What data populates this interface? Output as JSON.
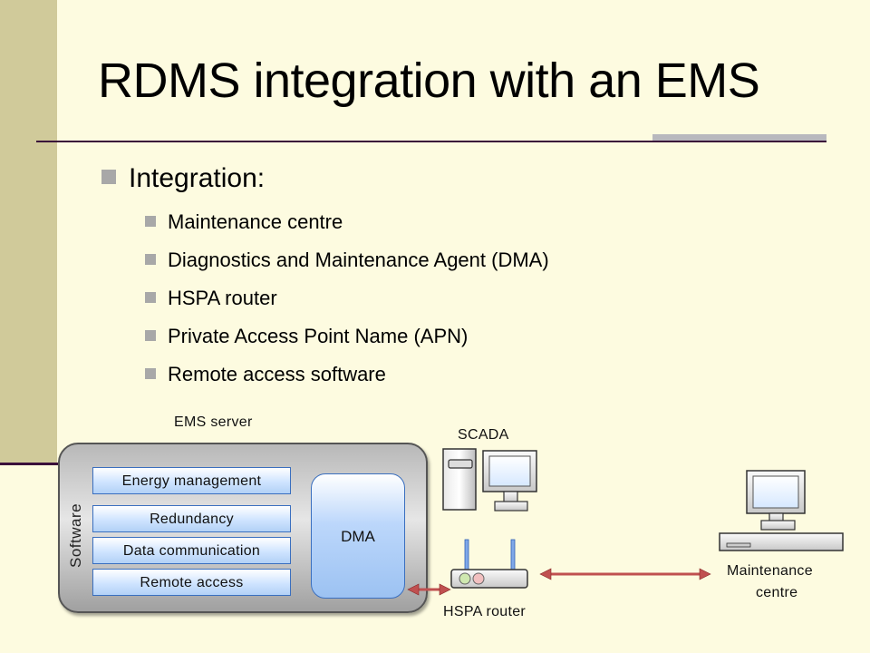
{
  "slide": {
    "title": "RDMS integration with an EMS",
    "heading": "Integration:",
    "items": [
      "Maintenance centre",
      "Diagnostics and Maintenance Agent (DMA)",
      "HSPA router",
      "Private Access Point Name (APN)",
      "Remote access software"
    ]
  },
  "diagram": {
    "server_label": "EMS server",
    "software_label": "Software",
    "modules": [
      "Energy management",
      "Redundancy",
      "Data communication",
      "Remote access"
    ],
    "dma_label": "DMA",
    "scada_label": "SCADA",
    "router_label": "HSPA router",
    "maintenance_label_line1": "Maintenance",
    "maintenance_label_line2": "centre"
  },
  "colors": {
    "background": "#fdfbe0",
    "sidebar": "#d0ca9a",
    "accent_line": "#3a0e3a",
    "module_border": "#3a6fbf",
    "link_arrow": "#c05050"
  }
}
